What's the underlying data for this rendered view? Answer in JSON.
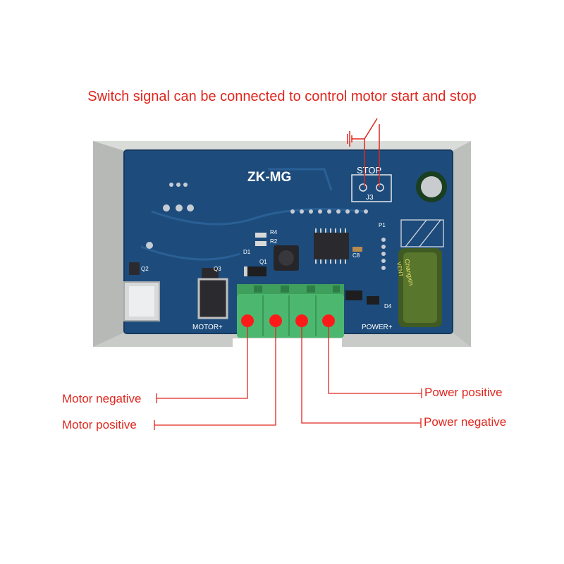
{
  "caption": "Switch signal can be connected to control motor start and stop",
  "board": {
    "model": "ZK-MG",
    "stop_label": "STOP",
    "j3_label": "J3",
    "motor_label": "MOTOR+",
    "power_label": "POWER+",
    "capacitor_brand": "Changxin",
    "capacitor_vent": "VENT",
    "component_labels": [
      "R4",
      "R2",
      "D1",
      "Q1",
      "Q2",
      "Q3",
      "C8",
      "D4",
      "P1"
    ]
  },
  "terminals": [
    {
      "name": "Motor negative"
    },
    {
      "name": "Motor positive"
    },
    {
      "name": "Power negative"
    },
    {
      "name": "Power positive"
    }
  ],
  "colors": {
    "annotation": "#e0261d",
    "pcb": "#1d4c7c",
    "terminal_block": "#4cb86f",
    "terminal_dot": "#ff1a1a",
    "enclosure": "#c9cbc9"
  }
}
